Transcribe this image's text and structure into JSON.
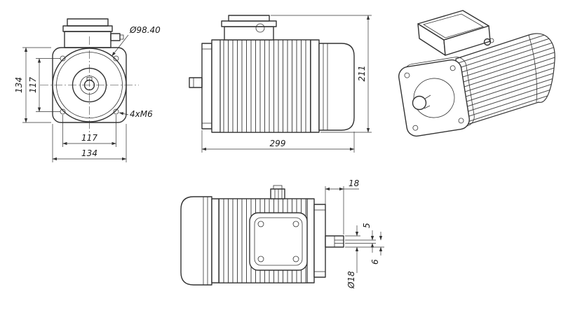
{
  "drawing": {
    "type": "technical-drawing",
    "subject": "electric-motor-with-flange",
    "style": {
      "line_color": "#333333",
      "background": "#ffffff"
    },
    "views": {
      "front": {
        "dim_outer_height": "134",
        "dim_inner_height": "117",
        "dim_inner_width": "117",
        "dim_outer_width": "134",
        "dim_spigot_diameter": "Ø98.40",
        "dim_bolt_holes": "4xM6"
      },
      "side": {
        "dim_length": "299",
        "dim_height": "211"
      },
      "top": {
        "dim_shaft_length": "18",
        "dim_key_width": "5",
        "dim_key_depth": "6",
        "dim_shaft_diameter": "Ø18"
      }
    }
  }
}
